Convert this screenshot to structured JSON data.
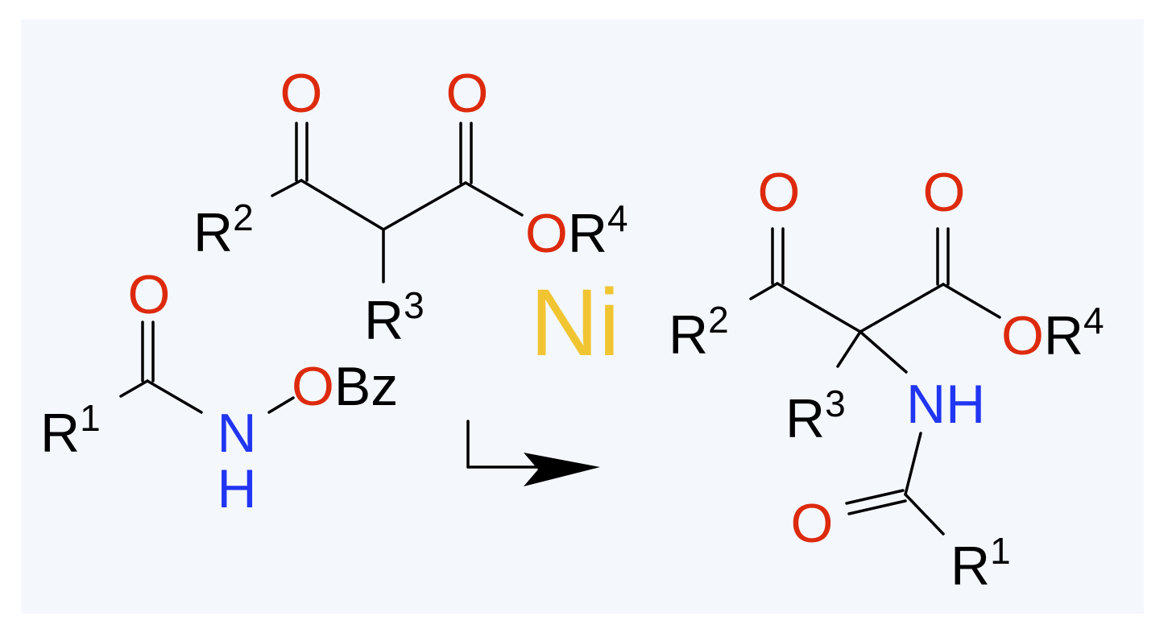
{
  "colors": {
    "panel": "#f4f8fd",
    "bond": "#000000",
    "oxygen": "#dd2a0d",
    "nitrogen": "#2135f2",
    "nickel": "#f0c531",
    "carbon_label": "#000000"
  },
  "reactants": {
    "ketoester": {
      "o_ketone": "O",
      "o_ester_carbonyl": "O",
      "r2": "R",
      "r2_sup": "2",
      "ester_o": "O",
      "r4": "R",
      "r4_sup": "4",
      "r3": "R",
      "r3_sup": "3"
    },
    "amide": {
      "o_carbonyl": "O",
      "r1": "R",
      "r1_sup": "1",
      "n": "N",
      "h": "H",
      "o_link": "O",
      "bz": "Bz"
    }
  },
  "catalyst": "Ni",
  "product": {
    "o_ketone": "O",
    "o_ester_carbonyl": "O",
    "r2": "R",
    "r2_sup": "2",
    "ester_o": "O",
    "r4": "R",
    "r4_sup": "4",
    "r3": "R",
    "r3_sup": "3",
    "nh": "NH",
    "o_amide": "O",
    "r1": "R",
    "r1_sup": "1"
  }
}
